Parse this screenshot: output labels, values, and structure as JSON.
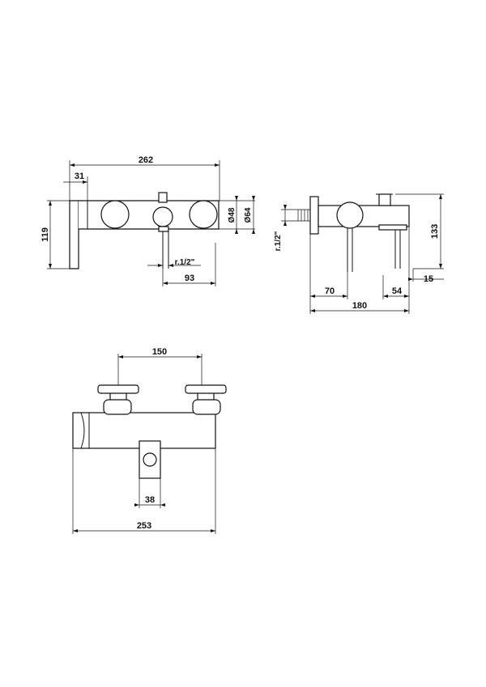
{
  "front_view": {
    "dim_total_width": "262",
    "dim_offset": "31",
    "dim_height": "119",
    "dim_diameter_small": "Ø48",
    "dim_diameter_large": "Ø64",
    "dim_thread": "r.1/2\"",
    "dim_outlet_offset": "93"
  },
  "side_view": {
    "dim_thread": "r.1/2\"",
    "dim_depth_lever": "70",
    "dim_total_depth": "180",
    "dim_spout": "54",
    "dim_spout_tip": "15",
    "dim_height": "133"
  },
  "top_view": {
    "dim_handle_spacing": "150",
    "dim_outlet_width": "38",
    "dim_total_width": "253"
  },
  "colors": {
    "line": "#111111",
    "background": "#ffffff"
  }
}
